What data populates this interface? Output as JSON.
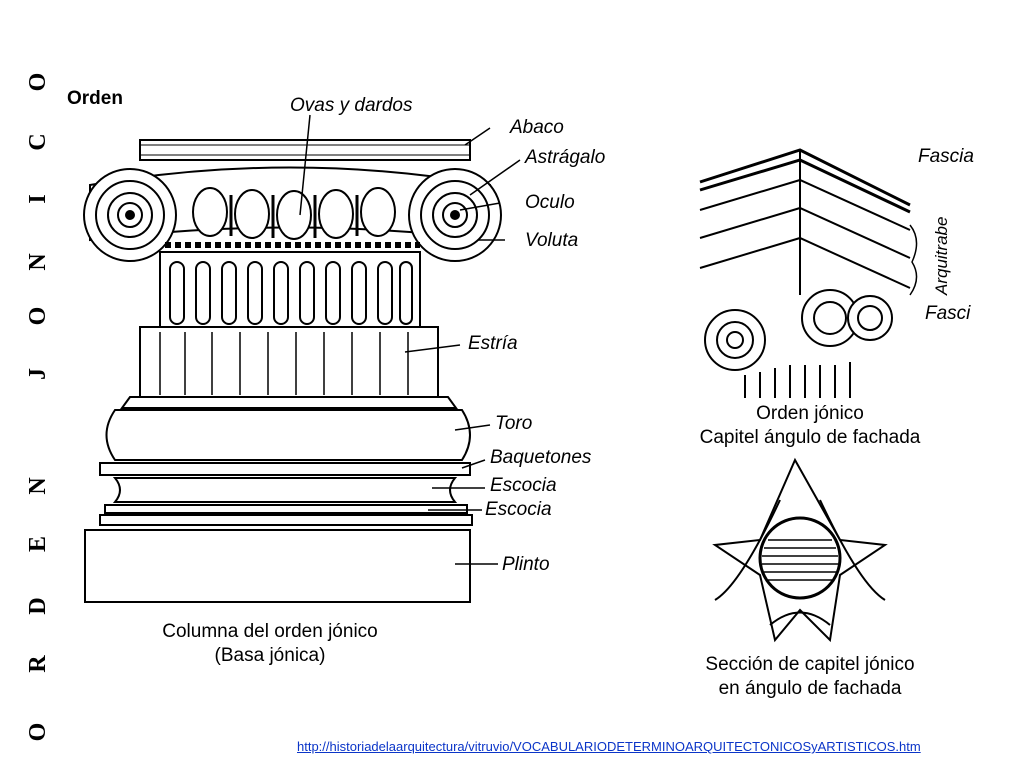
{
  "side_title": [
    "O",
    "R",
    "D",
    "E",
    "N",
    "J",
    "O",
    "N",
    "I",
    "C",
    "O"
  ],
  "diagram_title": "Orden",
  "column_labels": {
    "ovas": "Ovas y dardos",
    "abaco": "Abaco",
    "astragalo": "Astrágalo",
    "oculo": "Oculo",
    "voluta": "Voluta",
    "estria": "Estría",
    "toro": "Toro",
    "baquetones": "Baquetones",
    "escocia1": "Escocia",
    "escocia2": "Escocia",
    "plinto": "Plinto"
  },
  "column_caption": {
    "line1": "Columna del orden jónico",
    "line2": "(Basa jónica)"
  },
  "corner_labels": {
    "fascia_top": "Fascia",
    "arquitrabe": "Arquitrabe",
    "fascia_bottom": "Fasci"
  },
  "corner_caption": {
    "line1": "Orden jónico",
    "line2": "Capitel ángulo de fachada"
  },
  "section_caption": {
    "line1": "Sección de capitel jónico",
    "line2": "en ángulo de fachada"
  },
  "source_url": "http://historiadelaarquitectura/vitruvio/VOCABULARIODETERMINOARQUITECTONICOSyARTISTICOS.htm"
}
